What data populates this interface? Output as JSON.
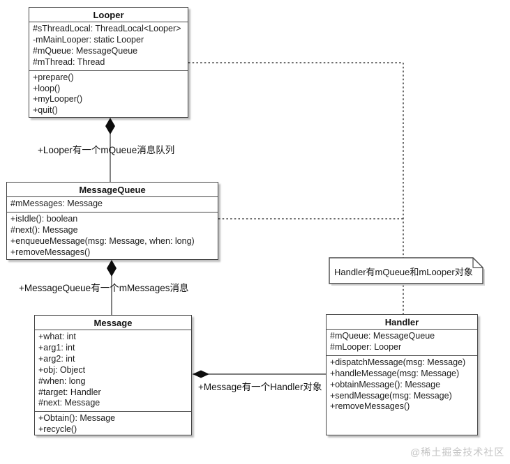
{
  "diagram": {
    "classes": [
      {
        "name": "Looper",
        "attributes": [
          "#sThreadLocal: ThreadLocal<Looper>",
          "-mMainLooper: static Looper",
          "#mQueue: MessageQueue",
          "#mThread: Thread"
        ],
        "methods": [
          "+prepare()",
          "+loop()",
          "+myLooper()",
          "+quit()"
        ]
      },
      {
        "name": "MessageQueue",
        "attributes": [
          "#mMessages: Message"
        ],
        "methods": [
          "+isIdle(): boolean",
          "#next(): Message",
          "+enqueueMessage(msg: Message, when: long)",
          "+removeMessages()"
        ]
      },
      {
        "name": "Message",
        "attributes": [
          "+what: int",
          "+arg1: int",
          "+arg2: int",
          "+obj: Object",
          "#when: long",
          "#target: Handler",
          "#next: Message"
        ],
        "methods": [
          "+Obtain(): Message",
          "+recycle()"
        ]
      },
      {
        "name": "Handler",
        "attributes": [
          "#mQueue: MessageQueue",
          "#mLooper: Looper"
        ],
        "methods": [
          "+dispatchMessage(msg: Message)",
          "+handleMessage(msg: Message)",
          "+obtainMessage(): Message",
          "+sendMessage(msg: Message)",
          "+removeMessages()"
        ]
      }
    ],
    "relations": [
      {
        "type": "composition",
        "label": "+Looper有一个mQueue消息队列"
      },
      {
        "type": "composition",
        "label": "+MessageQueue有一个mMessages消息"
      },
      {
        "type": "composition",
        "label": "+Message有一个Handler对象"
      }
    ],
    "note": {
      "text": "Handler有mQueue和mLooper对象"
    },
    "watermark": "@稀土掘金技术社区",
    "colors": {
      "box_border": "#434343",
      "line": "#2e2e2e",
      "dashed_line": "#3d3d3d",
      "diamond_fill": "#0d0d0d",
      "watermark": "#c6c6c6",
      "background": "#ffffff"
    }
  }
}
